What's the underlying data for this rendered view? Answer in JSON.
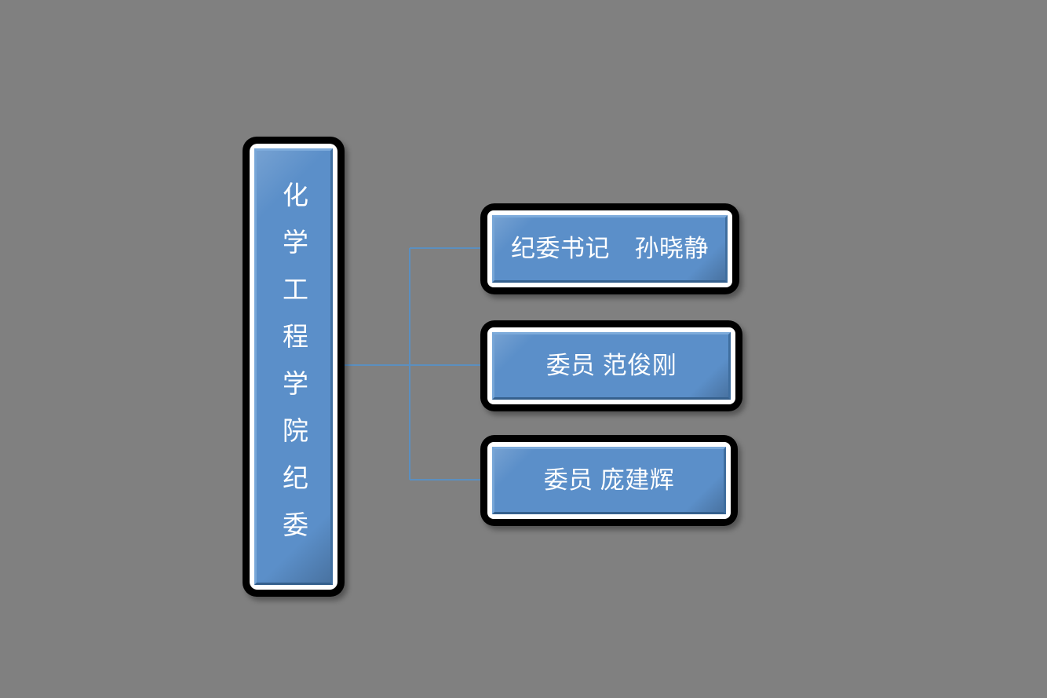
{
  "diagram": {
    "type": "org-chart",
    "title": "化学工程学院纪委",
    "background_color": "#808080",
    "connector_color": "#5b8fc0",
    "node_fill_color": "#5b8fc9",
    "node_frame_color": "#000000",
    "node_ring_color": "#ffffff",
    "text_color": "#ffffff",
    "root": {
      "label": "化学工程学院纪委",
      "orientation": "vertical"
    },
    "children": [
      {
        "label": "纪委书记　孙晓静",
        "role": "纪委书记",
        "name": "孙晓静"
      },
      {
        "label": "委员 范俊刚",
        "role": "委员",
        "name": "范俊刚"
      },
      {
        "label": "委员 庞建辉",
        "role": "委员",
        "name": "庞建辉"
      }
    ]
  }
}
